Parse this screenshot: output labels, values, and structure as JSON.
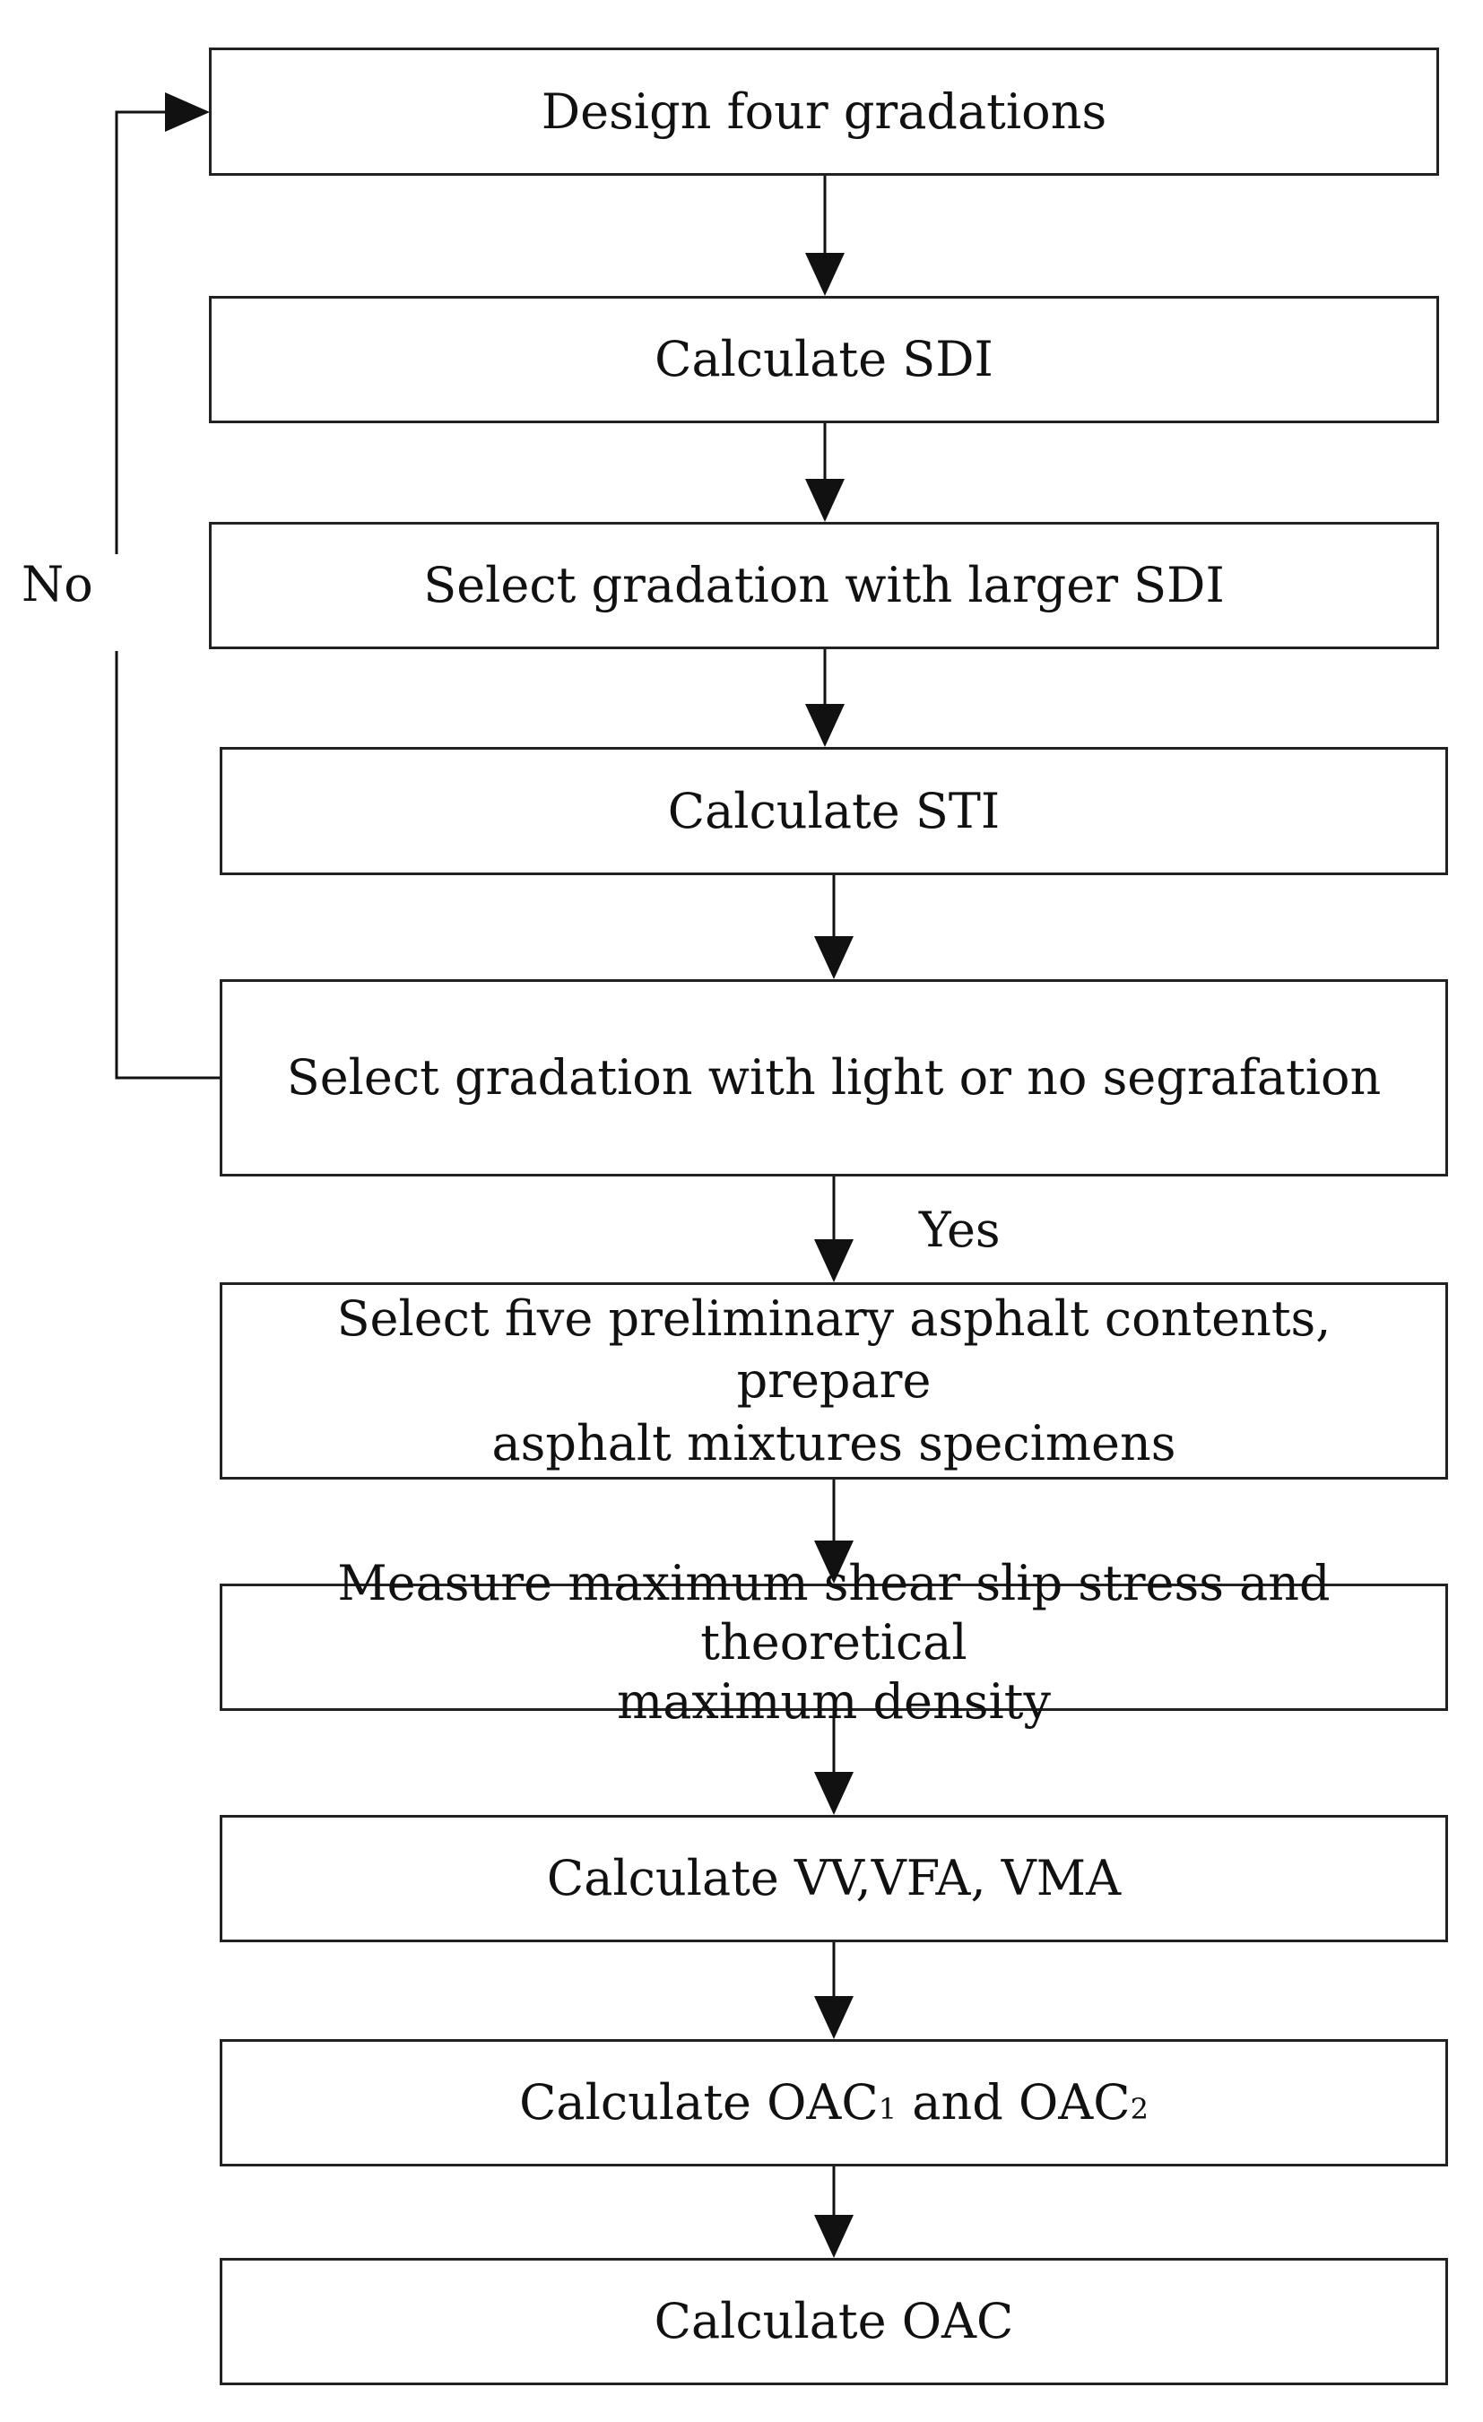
{
  "flowchart": {
    "steps": [
      {
        "text": "Design four gradations"
      },
      {
        "text": "Calculate SDI"
      },
      {
        "text": "Select gradation with larger SDI"
      },
      {
        "text": "Calculate STI"
      },
      {
        "text": "Select gradation with light or no segrafation"
      },
      {
        "line1": "Select five preliminary asphalt contents, prepare",
        "line2": "asphalt mixtures specimens"
      },
      {
        "line1": "Measure maximum shear slip stress and theoretical",
        "line2": "maximum density"
      },
      {
        "text": "Calculate VV,VFA, VMA"
      },
      {
        "pre": "Calculate OAC",
        "sub1": "1",
        "mid": " and OAC",
        "sub2": "2"
      },
      {
        "text": "Calculate OAC"
      }
    ],
    "labels": {
      "no": "No",
      "yes": "Yes"
    }
  }
}
